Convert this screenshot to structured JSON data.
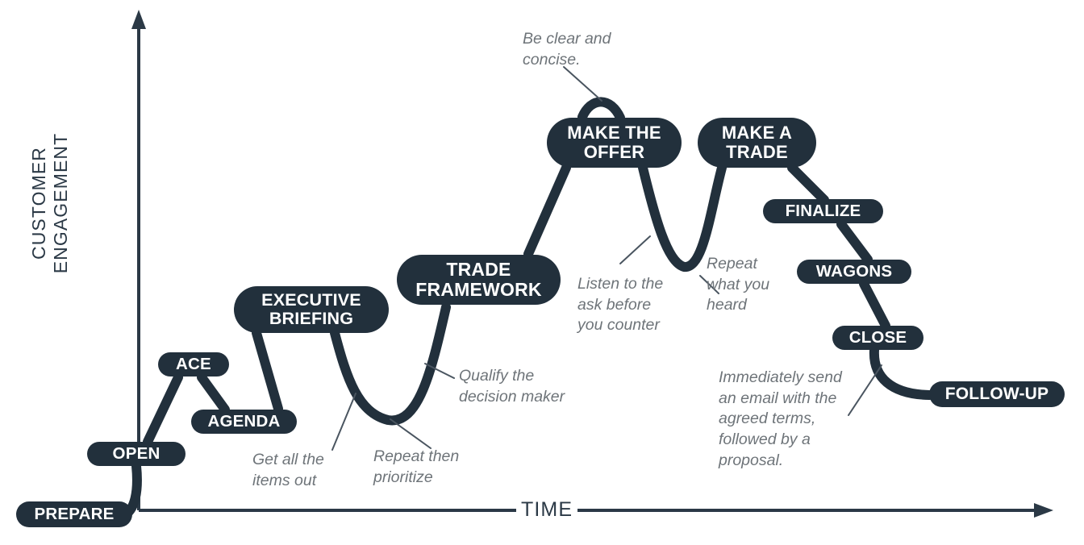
{
  "diagram": {
    "title": "Customer Engagement vs Time Sales Process Curve",
    "colors": {
      "pill_fill": "#22303c",
      "pill_text": "#ffffff",
      "curve": "#22303c",
      "axis": "#2b3946",
      "note_text": "#6e7479",
      "background": "#ffffff"
    },
    "axes": {
      "y_label": "CUSTOMER ENGAGEMENT",
      "x_label": "TIME"
    },
    "stages": [
      {
        "id": "prepare",
        "label": "PREPARE"
      },
      {
        "id": "open",
        "label": "OPEN"
      },
      {
        "id": "ace",
        "label": "ACE"
      },
      {
        "id": "agenda",
        "label": "AGENDA"
      },
      {
        "id": "executive-briefing",
        "label": "EXECUTIVE\nBRIEFING",
        "line1": "EXECUTIVE",
        "line2": "BRIEFING"
      },
      {
        "id": "trade-framework",
        "label": "TRADE\nFRAMEWORK",
        "line1": "TRADE",
        "line2": "FRAMEWORK"
      },
      {
        "id": "make-the-offer",
        "label": "MAKE THE\nOFFER",
        "line1": "MAKE THE",
        "line2": "OFFER"
      },
      {
        "id": "make-a-trade",
        "label": "MAKE A\nTRADE",
        "line1": "MAKE A",
        "line2": "TRADE"
      },
      {
        "id": "finalize",
        "label": "FINALIZE"
      },
      {
        "id": "wagons",
        "label": "WAGONS"
      },
      {
        "id": "close",
        "label": "CLOSE"
      },
      {
        "id": "follow-up",
        "label": "FOLLOW-UP"
      }
    ],
    "annotations": [
      {
        "id": "get-all-the-items-out",
        "text": "Get all the\nitems out"
      },
      {
        "id": "repeat-then-prioritize",
        "text": "Repeat then\nprioritize"
      },
      {
        "id": "qualify-the-decision-maker",
        "text": "Qualify the\ndecision maker"
      },
      {
        "id": "be-clear-and-concise",
        "text": "Be clear and\nconcise."
      },
      {
        "id": "listen-to-the-ask",
        "text": "Listen to the\nask before\nyou counter"
      },
      {
        "id": "repeat-what-you-heard",
        "text": "Repeat\nwhat you\nheard"
      },
      {
        "id": "immediately-send-email",
        "text": "Immediately send\nan email with the\nagreed terms,\nfollowed by a\nproposal."
      }
    ]
  },
  "chart_data": {
    "type": "line",
    "title": "Customer Engagement over Time",
    "xlabel": "TIME",
    "ylabel": "CUSTOMER ENGAGEMENT",
    "grid": false,
    "legend": "none",
    "series": [
      {
        "name": "Customer Engagement",
        "points": [
          {
            "stage": "PREPARE",
            "x": 0,
            "y": 4
          },
          {
            "stage": "OPEN",
            "x": 5,
            "y": 12
          },
          {
            "stage": "ACE",
            "x": 14,
            "y": 30
          },
          {
            "stage": "AGENDA",
            "x": 21,
            "y": 19
          },
          {
            "stage": "EXECUTIVE BRIEFING",
            "x": 28,
            "y": 41
          },
          {
            "stage": "valley",
            "x": 38,
            "y": 16
          },
          {
            "stage": "TRADE FRAMEWORK",
            "x": 45,
            "y": 47
          },
          {
            "stage": "MAKE THE OFFER",
            "x": 57,
            "y": 79
          },
          {
            "stage": "valley",
            "x": 65,
            "y": 47
          },
          {
            "stage": "MAKE A TRADE",
            "x": 72,
            "y": 79
          },
          {
            "stage": "FINALIZE",
            "x": 80,
            "y": 63
          },
          {
            "stage": "WAGONS",
            "x": 86,
            "y": 51
          },
          {
            "stage": "CLOSE",
            "x": 91,
            "y": 39
          },
          {
            "stage": "FOLLOW-UP",
            "x": 100,
            "y": 28
          }
        ]
      }
    ]
  }
}
